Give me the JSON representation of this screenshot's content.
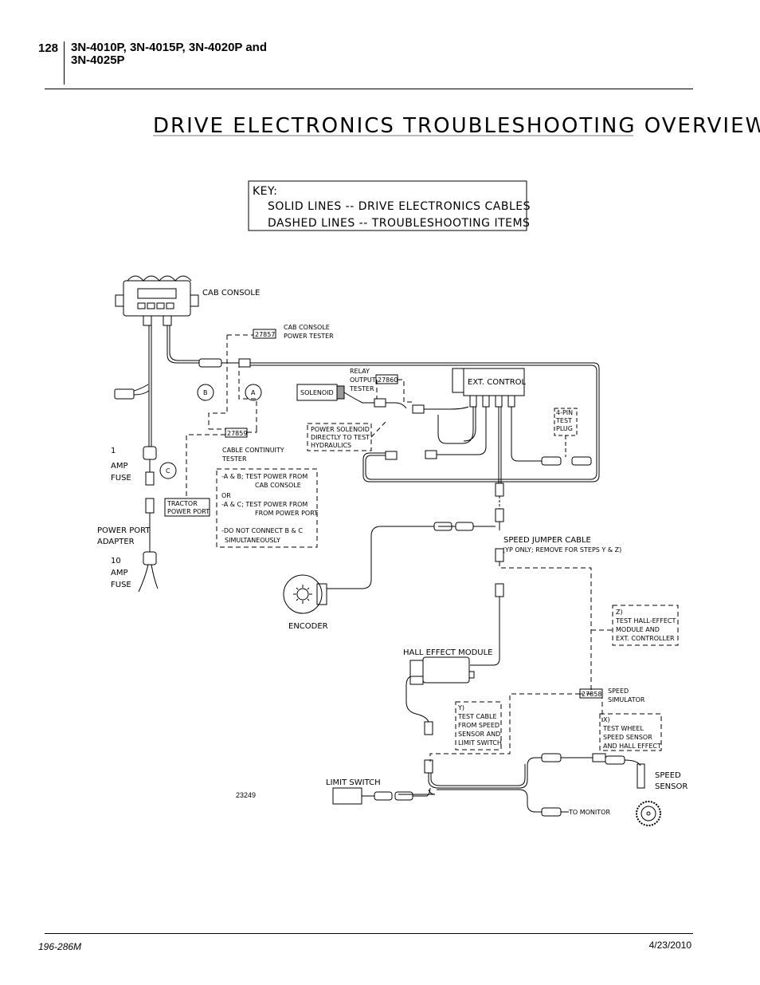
{
  "header": {
    "page_number": "128",
    "title_line1": "3N-4010P, 3N-4015P, 3N-4020P and",
    "title_line2": "3N-4025P"
  },
  "diagram": {
    "title": "DRIVE ELECTRONICS TROUBLESHOOTING OVERVIEW",
    "key": {
      "heading": "KEY:",
      "line1": "SOLID LINES -- DRIVE ELECTRONICS CABLES",
      "line2": "DASHED LINES -- TROUBLESHOOTING ITEMS"
    },
    "labels": {
      "cab_console": "CAB CONSOLE",
      "p27857": "27857",
      "cab_console_power_tester_1": "CAB CONSOLE",
      "cab_console_power_tester_2": "POWER TESTER",
      "relay_1": "RELAY",
      "relay_2": "OUTPUT",
      "relay_3": "TESTER",
      "p27860": "27860",
      "solenoid": "SOLENOID",
      "ext_control": "EXT. CONTROL",
      "four_pin_1": "4-PIN",
      "four_pin_2": "TEST",
      "four_pin_3": "PLUG",
      "power_solenoid_1": "POWER SOLENOID",
      "power_solenoid_2": "DIRECTLY TO TEST",
      "power_solenoid_3": "HYDRAULICS",
      "circle_b": "B",
      "circle_a": "A",
      "circle_c": "C",
      "p27859": "27859",
      "cable_tester_1": "CABLE CONTINUITY",
      "cable_tester_2": "TESTER",
      "instr_1": "-A & B; TEST POWER FROM",
      "instr_2": "CAB CONSOLE",
      "instr_3": "OR",
      "instr_4": "-A & C; TEST POWER FROM",
      "instr_5": "FROM POWER PORT",
      "instr_6": "-DO NOT CONNECT B & C",
      "instr_7": "SIMULTANEOUSLY",
      "one_amp_1": "1",
      "one_amp_2": "AMP",
      "one_amp_3": "FUSE",
      "tractor_1": "TRACTOR",
      "tractor_2": "POWER PORT",
      "power_port_1": "POWER PORT",
      "power_port_2": "ADAPTER",
      "ten_amp_1": "10",
      "ten_amp_2": "AMP",
      "ten_amp_3": "FUSE",
      "speed_jumper": "SPEED JUMPER CABLE",
      "speed_jumper_note": "(YP ONLY; REMOVE FOR STEPS Y & Z)",
      "encoder": "ENCODER",
      "z_1": "Z)",
      "z_2": "TEST HALL-EFFECT",
      "z_3": "MODULE AND",
      "z_4": "EXT. CONTROLLER",
      "hall_effect": "HALL EFFECT MODULE",
      "p27858": "27858",
      "speed_sim_1": "SPEED",
      "speed_sim_2": "SIMULATOR",
      "y_1": "Y)",
      "y_2": "TEST CABLE",
      "y_3": "FROM SPEED",
      "y_4": "SENSOR AND",
      "y_5": "LIMIT SWITCH",
      "x_1": "X)",
      "x_2": "TEST WHEEL",
      "x_3": "SPEED SENSOR",
      "x_4": "AND HALL EFFECT",
      "speed_sensor_1": "SPEED",
      "speed_sensor_2": "SENSOR",
      "limit_switch": "LIMIT SWITCH",
      "to_monitor": "TO MONITOR",
      "figure_number": "23249"
    }
  },
  "footer": {
    "doc_number": "196-286M",
    "date": "4/23/2010"
  }
}
